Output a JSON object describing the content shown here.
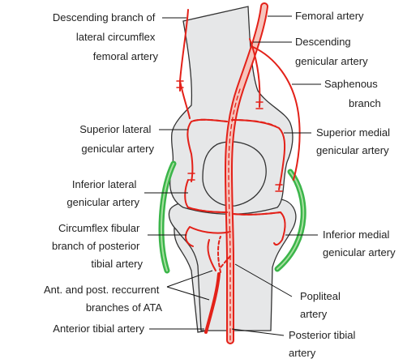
{
  "colors": {
    "artery": "#e32119",
    "artery_fill": "#f6c4bc",
    "bone_fill": "#e6e7e8",
    "bone_stroke": "#333333",
    "ligament": "#3bb54a",
    "leader": "#111111"
  },
  "labels": {
    "desc_branch_lcfa": [
      "Descending branch of",
      "lateral circumflex",
      "femoral artery"
    ],
    "femoral_artery": [
      "Femoral artery"
    ],
    "desc_genicular": [
      "Descending",
      "genicular artery"
    ],
    "saphenous": [
      "Saphenous",
      "branch"
    ],
    "sup_lateral": [
      "Superior lateral",
      "genicular artery"
    ],
    "sup_medial": [
      "Superior medial",
      "genicular artery"
    ],
    "inf_lateral": [
      "Inferior lateral",
      "genicular artery"
    ],
    "circumflex_fibular": [
      "Circumflex fibular",
      "branch of posterior",
      "tibial artery"
    ],
    "inf_medial": [
      "Inferior medial",
      "genicular artery"
    ],
    "recurrent_ata": [
      "Ant. and post. reccurrent",
      "branches of ATA"
    ],
    "popliteal": [
      "Popliteal",
      "artery"
    ],
    "anterior_tibial": [
      "Anterior tibial artery"
    ],
    "posterior_tibial": [
      "Posterior tibial",
      "artery"
    ]
  }
}
